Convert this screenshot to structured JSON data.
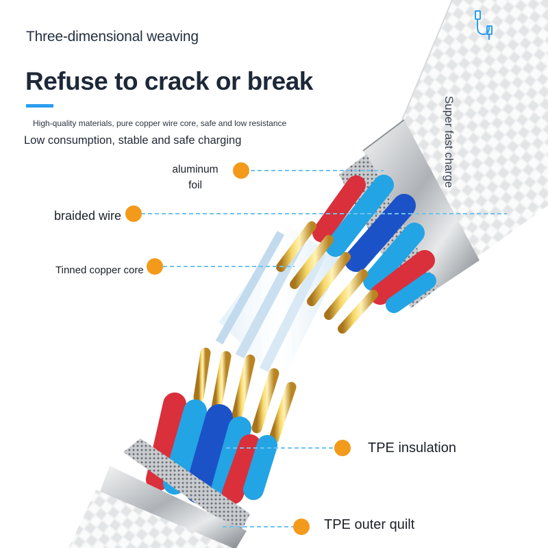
{
  "header": {
    "subtitle": "Three-dimensional weaving",
    "title": "Refuse to crack or break",
    "small_text": "High-quality materials, pure copper wire core, safe and low resistance",
    "line2": "Low consumption, stable and safe charging"
  },
  "side_text": "Super fast charge",
  "labels": {
    "aluminum_foil": "aluminum foil",
    "braided_wire": "braided wire",
    "tinned_copper_core": "Tinned copper core",
    "tpe_insulation": "TPE insulation",
    "tpe_outer_quilt": "TPE outer quilt"
  },
  "colors": {
    "accent_blue": "#2a9df0",
    "callout_orange": "#f39a1b",
    "wire_red": "#d9303b",
    "wire_blue": "#1c52c8",
    "wire_light_blue": "#23a4e4",
    "gold": "#e7bb3c"
  },
  "icons": {
    "cable": "cable-icon"
  }
}
